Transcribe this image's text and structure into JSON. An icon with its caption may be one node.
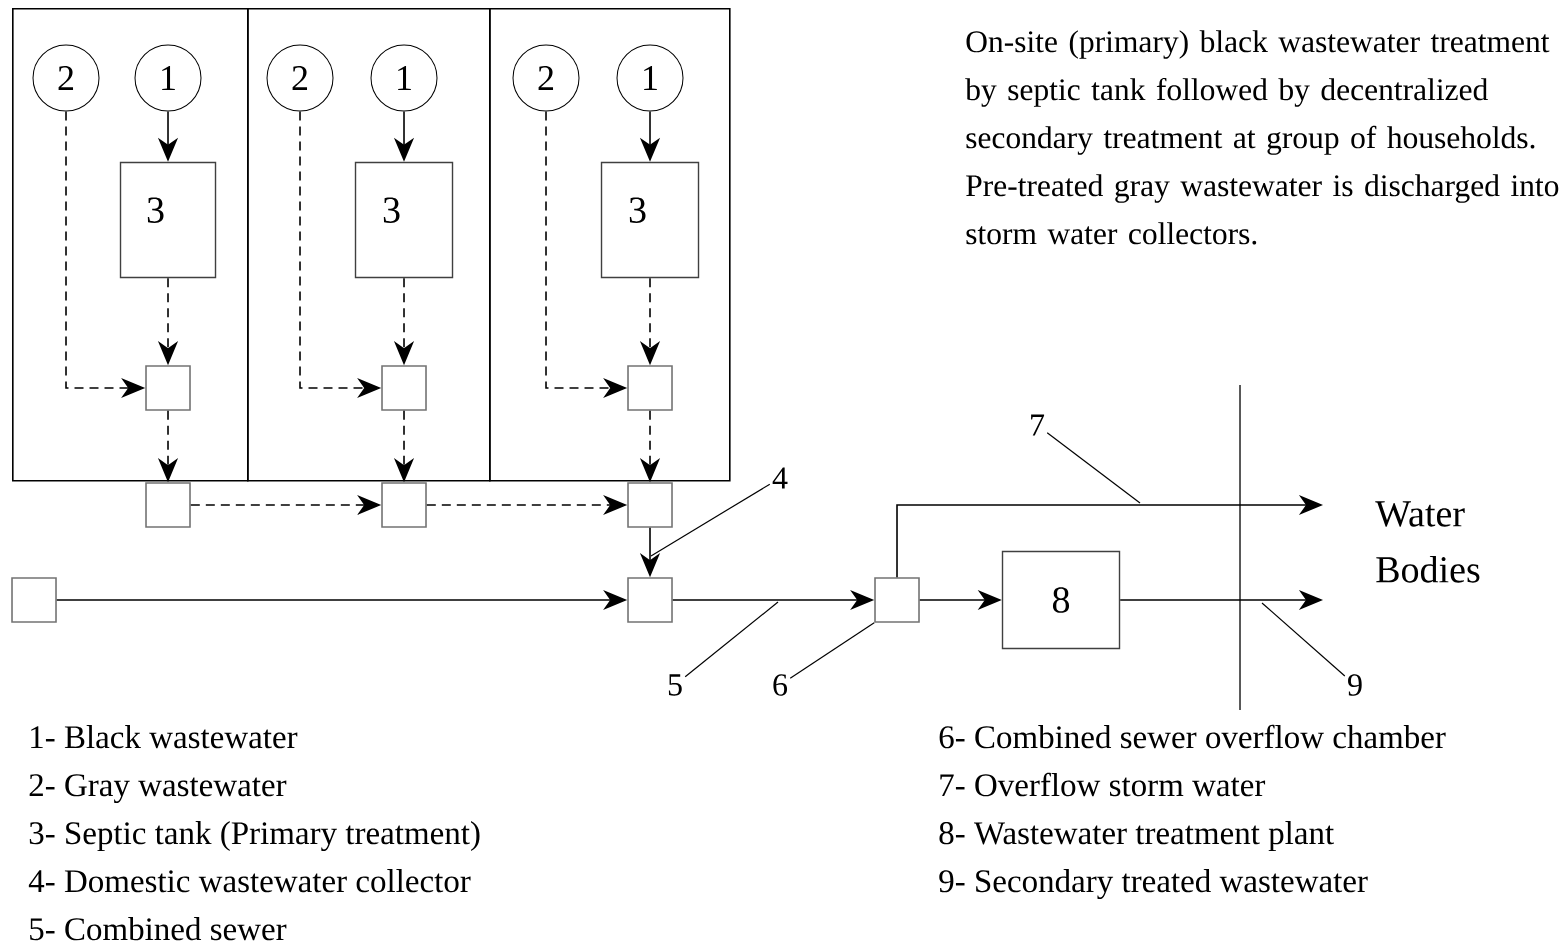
{
  "diagram": {
    "nodes": [
      {
        "text": [],
        "shape": "box"
      },
      {
        "text": [
          "2"
        ],
        "in": 0
      },
      {
        "text": [
          "1"
        ],
        "in": 0
      },
      {
        "text": [
          "3"
        ],
        "in": 0
      },
      {
        "text": [],
        "shape": "box",
        "in": 0
      },
      {
        "text": [],
        "shape": "box"
      },
      {
        "text": [
          "2"
        ],
        "in": 5
      },
      {
        "text": [
          "1"
        ],
        "in": 5
      },
      {
        "text": [
          "3"
        ],
        "in": 5
      },
      {
        "text": [],
        "shape": "box",
        "in": 5
      },
      {
        "text": [],
        "shape": "box"
      },
      {
        "text": [
          "2"
        ],
        "in": 10
      },
      {
        "text": [
          "1"
        ],
        "in": 10
      },
      {
        "text": [
          "3"
        ],
        "in": 10
      },
      {
        "text": [],
        "shape": "box",
        "in": 10
      },
      {
        "text": [],
        "shape": "box"
      },
      {
        "text": [],
        "shape": "box"
      },
      {
        "text": [],
        "shape": "box"
      },
      {
        "text": [],
        "shape": "box"
      },
      {
        "text": [],
        "shape": "box"
      },
      {
        "text": [],
        "shape": "box"
      },
      {
        "text": [
          "8"
        ]
      },
      {
        "text": [
          "Water Bodies"
        ]
      },
      {
        "text": [
          "4"
        ]
      },
      {
        "text": [
          "5"
        ]
      },
      {
        "text": [
          "6"
        ]
      },
      {
        "text": [
          "7"
        ]
      },
      {
        "text": [
          "9"
        ]
      }
    ],
    "edges": [
      {
        "from": 2,
        "to": 3,
        "arrow": "to"
      },
      {
        "from": 3,
        "to": 4,
        "arrow": "to",
        "style": "dashed"
      },
      {
        "from": 1,
        "to": 4,
        "arrow": "to",
        "style": "dashed"
      },
      {
        "from": 4,
        "to": 15,
        "arrow": "to",
        "style": "dashed"
      },
      {
        "from": 7,
        "to": 8,
        "arrow": "to"
      },
      {
        "from": 8,
        "to": 9,
        "arrow": "to",
        "style": "dashed"
      },
      {
        "from": 6,
        "to": 9,
        "arrow": "to",
        "style": "dashed"
      },
      {
        "from": 9,
        "to": 16,
        "arrow": "to",
        "style": "dashed"
      },
      {
        "from": 12,
        "to": 13,
        "arrow": "to"
      },
      {
        "from": 13,
        "to": 14,
        "arrow": "to",
        "style": "dashed"
      },
      {
        "from": 11,
        "to": 14,
        "arrow": "to",
        "style": "dashed"
      },
      {
        "from": 14,
        "to": 17,
        "arrow": "to",
        "style": "dashed"
      },
      {
        "from": 15,
        "to": 16,
        "arrow": "to",
        "style": "dashed"
      },
      {
        "from": 16,
        "to": 17,
        "arrow": "to",
        "style": "dashed"
      },
      {
        "from": 17,
        "to": 19,
        "arrow": "to"
      },
      {
        "from": 18,
        "to": 19,
        "arrow": "to"
      },
      {
        "from": 19,
        "to": 20,
        "arrow": "to"
      },
      {
        "from": 20,
        "to": 21,
        "arrow": "to"
      },
      {
        "from": 20,
        "to": 22,
        "arrow": "to"
      },
      {
        "from": 21,
        "to": 22,
        "arrow": "to"
      },
      {
        "from": 23,
        "to": null,
        "arrow": "none"
      },
      {
        "from": 24,
        "to": null,
        "arrow": "none"
      },
      {
        "from": 25,
        "to": 20,
        "arrow": "none"
      },
      {
        "from": 26,
        "to": null,
        "arrow": "none"
      },
      {
        "from": 27,
        "to": null,
        "arrow": "none"
      }
    ],
    "labels": [
      "On-site (primary) black wastewater treatment by septic tank followed by decentralized secondary treatment at group of households. Pre-treated gray wastewater is discharged into storm water collectors.",
      "1- Black wastewater",
      "2- Gray wastewater",
      "3- Septic tank (Primary treatment)",
      "4- Domestic wastewater collector",
      "5- Combined sewer",
      "6- Combined sewer overflow chamber",
      "7- Overflow storm water",
      "8- Wastewater treatment plant",
      "9- Secondary treated wastewater"
    ]
  }
}
